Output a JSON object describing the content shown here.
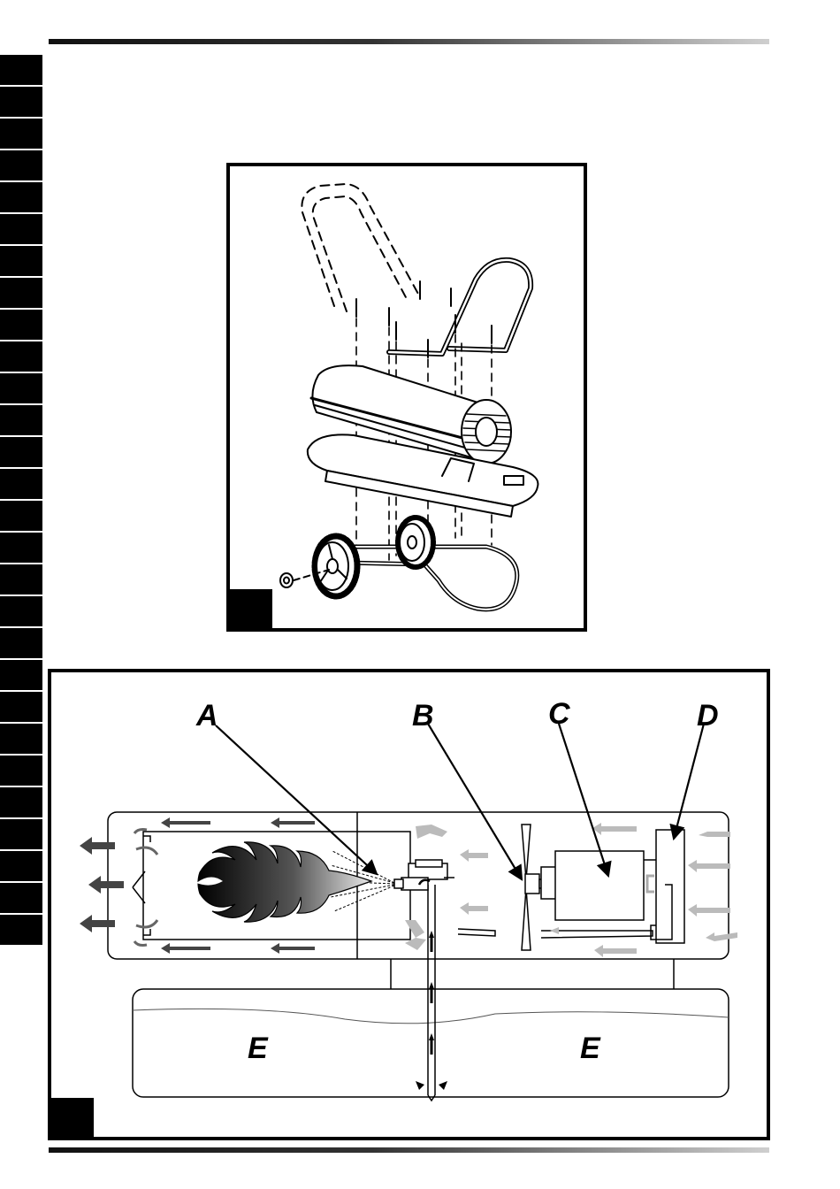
{
  "figure2": {
    "labels": {
      "a": "A",
      "b": "B",
      "c": "C",
      "d": "D",
      "e_left": "E",
      "e_right": "E"
    }
  }
}
